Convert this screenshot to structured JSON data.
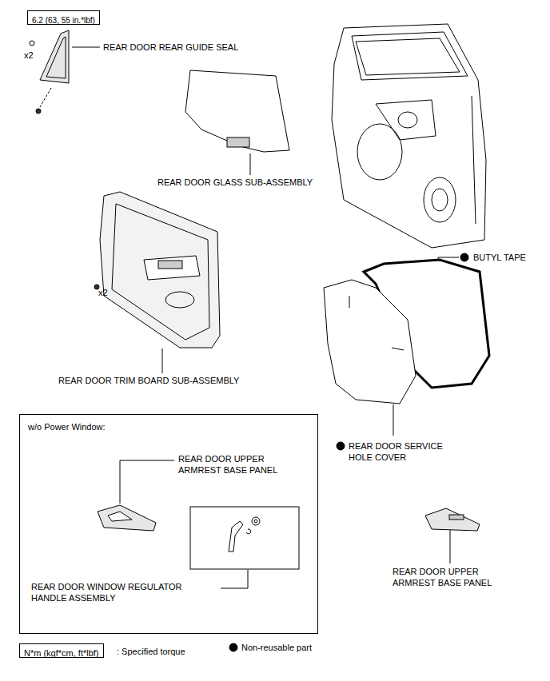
{
  "diagram": {
    "nodes": [
      {
        "text": [
          "6.2 (63, 55 in.*lbf)"
        ]
      },
      {
        "text": [
          "w/o Power Window:",
          "REAR DOOR UPPER ARMREST BASE PANEL",
          "REAR DOOR WINDOW REGULATOR HANDLE ASSEMBLY"
        ]
      },
      {
        "text": [
          "N*m (kgf*cm, ft*lbf)"
        ]
      }
    ],
    "labels": [
      "x2",
      "REAR DOOR REAR GUIDE SEAL",
      "REAR DOOR GLASS SUB-ASSEMBLY",
      "x2",
      "REAR DOOR TRIM BOARD SUB-ASSEMBLY",
      "BUTYL TAPE",
      "REAR DOOR SERVICE HOLE COVER",
      "REAR DOOR UPPER ARMREST BASE PANEL"
    ],
    "legend": [
      {
        "text": ": Specified torque"
      },
      {
        "text": "Non-reusable part"
      }
    ]
  }
}
